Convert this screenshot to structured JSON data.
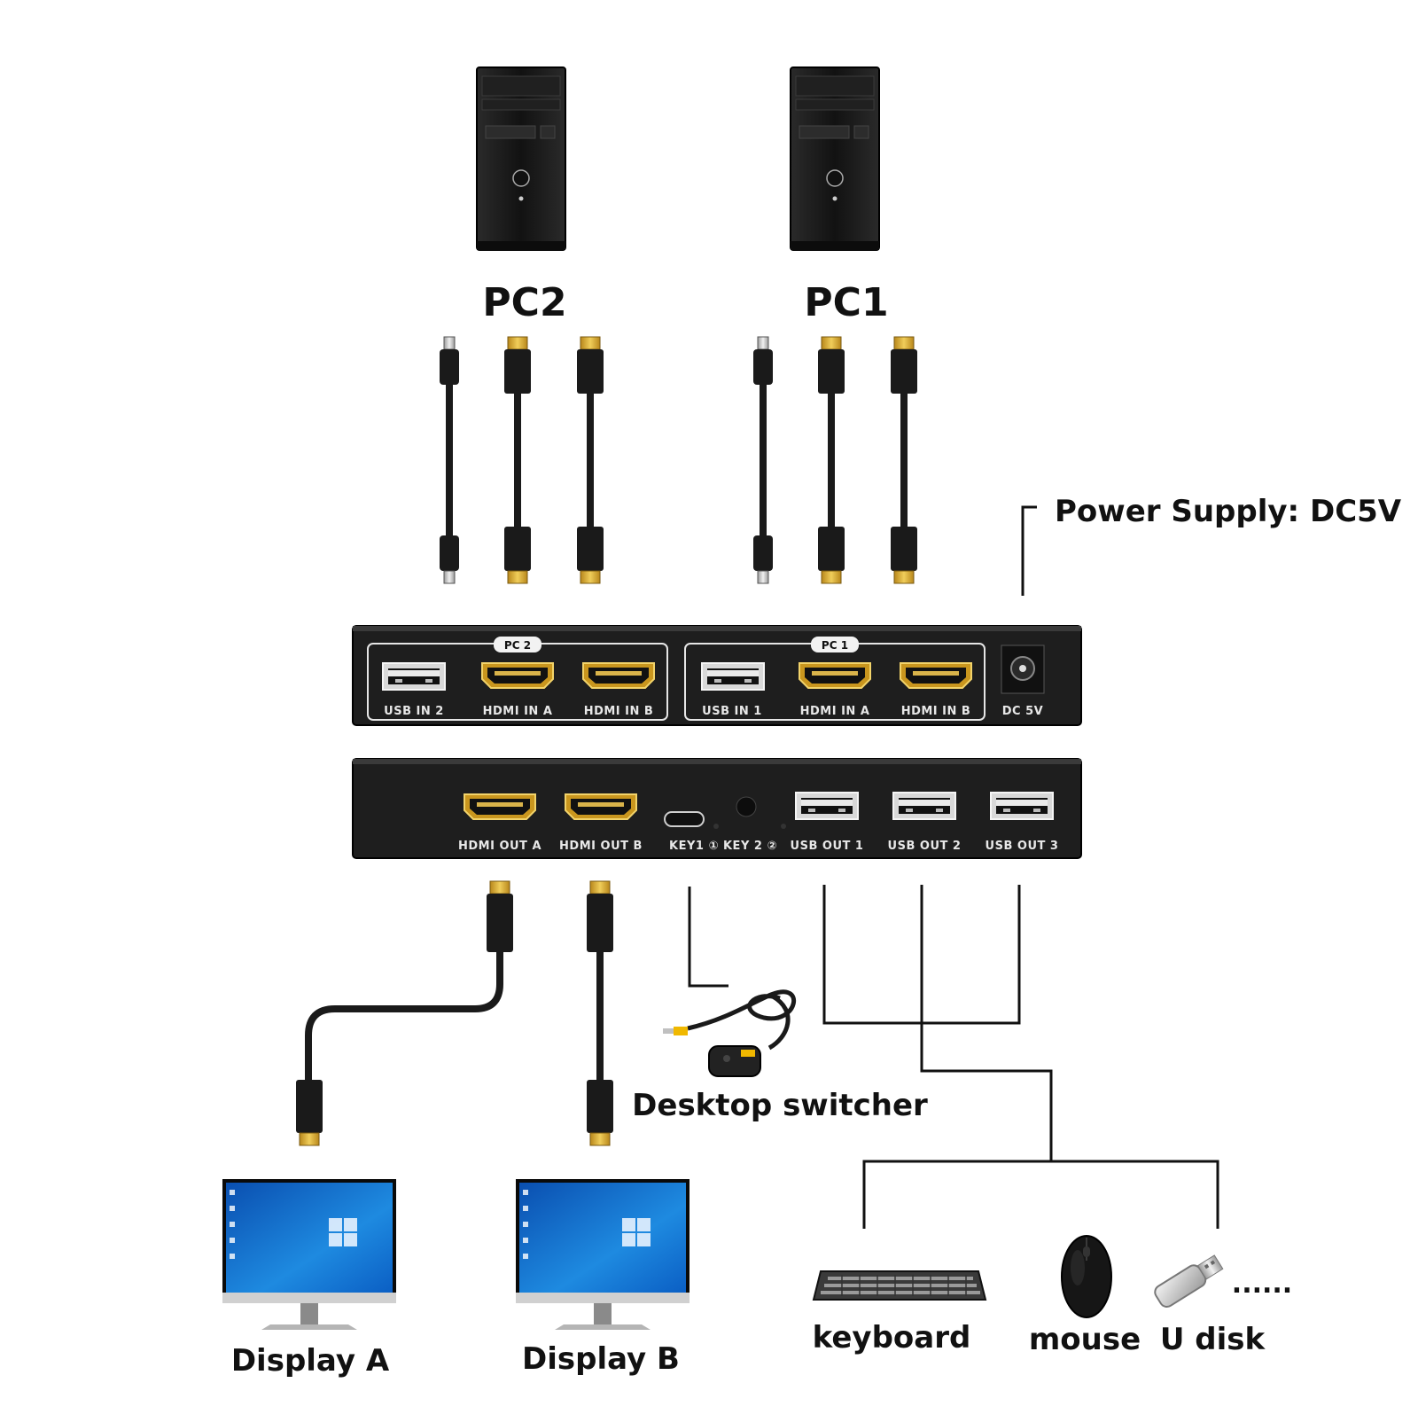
{
  "computers": {
    "pc2": {
      "label": "PC2"
    },
    "pc1": {
      "label": "PC1"
    }
  },
  "power_supply_label": "Power Supply: DC5V",
  "switch_front": {
    "groups": [
      {
        "label": "PC 2",
        "ports": [
          "USB IN 2",
          "HDMI IN A",
          "HDMI IN B"
        ]
      },
      {
        "label": "PC 1",
        "ports": [
          "USB IN 1",
          "HDMI IN A",
          "HDMI IN B"
        ]
      }
    ],
    "dc_port": "DC 5V"
  },
  "switch_back": {
    "ports": [
      "HDMI OUT A",
      "HDMI OUT B",
      "KEY1 ① KEY 2 ②",
      "USB OUT 1",
      "USB OUT 2",
      "USB OUT 3"
    ]
  },
  "desktop_switcher_label": "Desktop switcher",
  "displays": [
    {
      "label": "Display A"
    },
    {
      "label": "Display B"
    }
  ],
  "peripherals": [
    {
      "label": "keyboard"
    },
    {
      "label": "mouse"
    },
    {
      "label": "U disk"
    }
  ],
  "ellipsis": "......",
  "colors": {
    "device_body": "#1c1c1c",
    "connector_gold": "#d4a72c",
    "screen_blue": "#1e7fd8",
    "line": "#111111"
  },
  "icons": [
    "pc-tower-icon",
    "usb-cable-icon",
    "hdmi-cable-icon",
    "monitor-icon",
    "keyboard-icon",
    "mouse-icon",
    "usb-drive-icon",
    "desktop-switcher-icon"
  ]
}
